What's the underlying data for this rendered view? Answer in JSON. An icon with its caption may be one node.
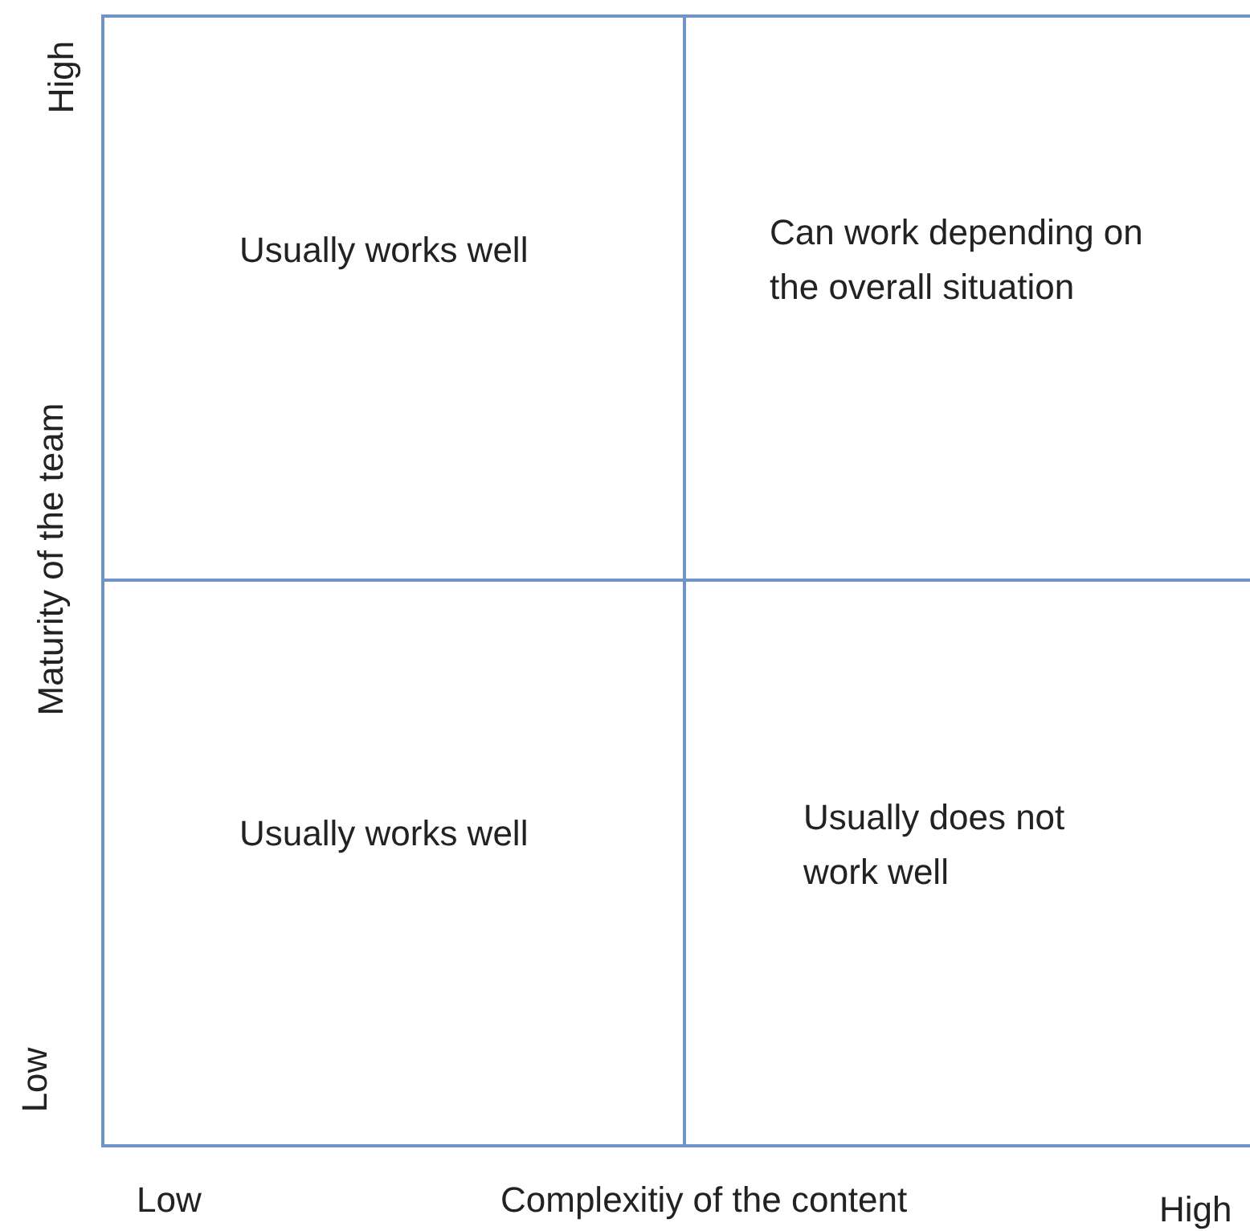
{
  "diagram": {
    "nodes": [
      {
        "text": [
          "Usually works well"
        ]
      },
      {
        "text": [
          "Can work depending on the overall situation"
        ]
      },
      {
        "text": [
          "Usually works well"
        ]
      },
      {
        "text": [
          "Usually does not work well"
        ]
      }
    ],
    "labels": [
      "High",
      "Maturity of the team",
      "Low",
      "Low",
      "Complexitiy of the content",
      "High"
    ]
  }
}
